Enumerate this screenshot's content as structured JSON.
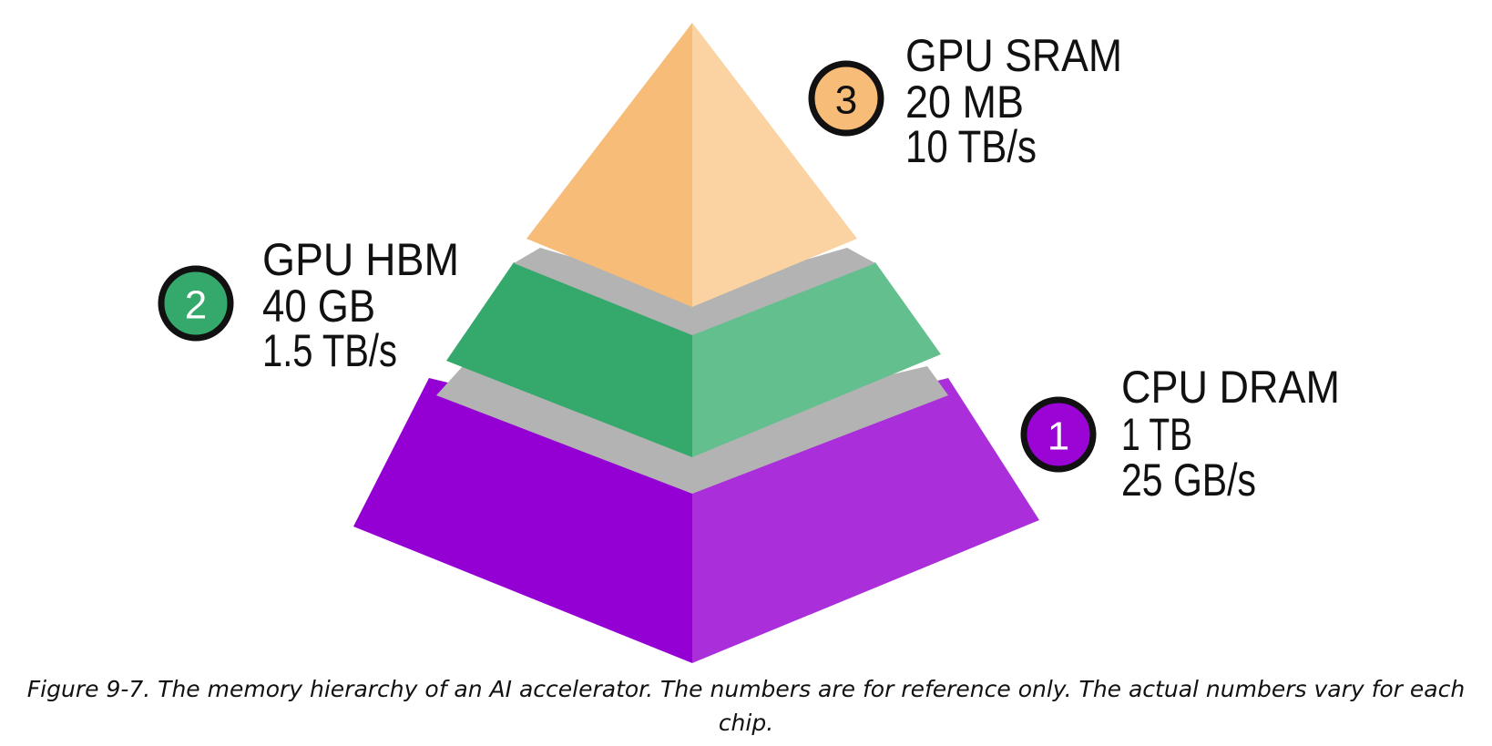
{
  "figure": {
    "caption": "Figure 9-7. The memory hierarchy of an AI accelerator. The numbers are for reference only. The actual numbers vary for each chip."
  },
  "tiers": [
    {
      "level": "1",
      "name": "CPU DRAM",
      "capacity": "1 TB",
      "bandwidth": "25 GB/s",
      "colors": {
        "front_left": "#9400D3",
        "front_right": "#AA2ED9",
        "badge": "#9A05D6"
      }
    },
    {
      "level": "2",
      "name": "GPU HBM",
      "capacity": "40 GB",
      "bandwidth": "1.5 TB/s",
      "colors": {
        "front_left": "#35A96B",
        "front_right": "#63BF8D",
        "badge": "#35A96B"
      }
    },
    {
      "level": "3",
      "name": "GPU SRAM",
      "capacity": "20 MB",
      "bandwidth": "10 TB/s",
      "colors": {
        "front_left": "#F7BC78",
        "front_right": "#FBD3A2",
        "badge": "#F7BC78"
      }
    }
  ],
  "colors": {
    "separator": "#B3B3B3",
    "text": "#111111",
    "badge_outline": "#111111"
  }
}
